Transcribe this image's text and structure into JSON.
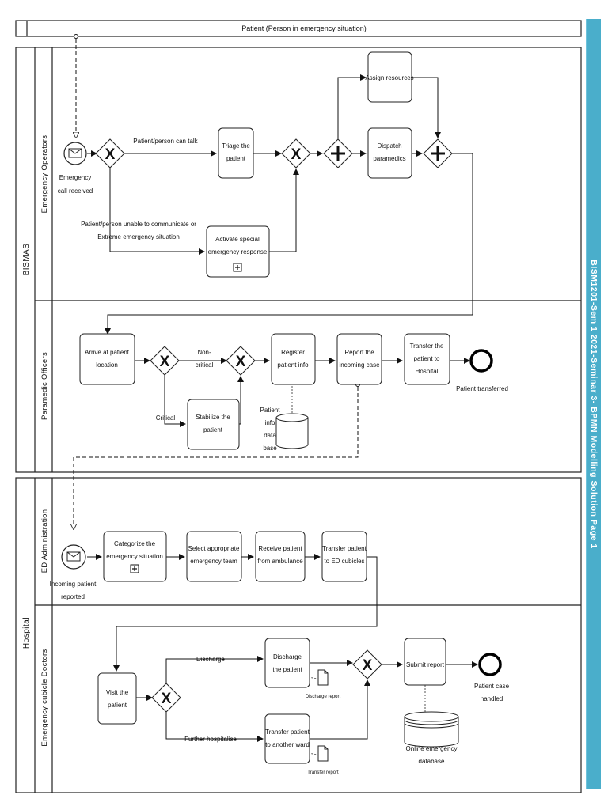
{
  "patient_pool": "Patient (Person in emergency situation)",
  "side_banner": "BISM1201-Sem 1 2021-Seminar 3- BPMN Modelling Solution Page 1",
  "pools": {
    "bismas": "BISMAS",
    "hospital": "Hospital"
  },
  "lanes": {
    "emergency_operators": "Emergency Operators",
    "paramedic_officers": "Paramedic Officers",
    "ed_administration": "ED Administration",
    "cubicle_doctors": "Emergency cubicle Doctors"
  },
  "events": {
    "call_received": [
      "Emergency",
      "call received"
    ],
    "patient_transferred": "Patient transferred",
    "incoming_reported": [
      "Incoming patient",
      "reported"
    ],
    "case_handled": [
      "Patient case",
      "handled"
    ]
  },
  "tasks": {
    "triage": [
      "Triage the",
      "patient"
    ],
    "assign_resources": "Assign resources",
    "dispatch": [
      "Dispatch",
      "paramedics"
    ],
    "activate": [
      "Activate special",
      "emergency response"
    ],
    "arrive": [
      "Arrive at patient",
      "location"
    ],
    "stabilize": [
      "Stabilize the",
      "patient"
    ],
    "register": [
      "Register",
      "patient info"
    ],
    "report_case": [
      "Report the",
      "incoming case"
    ],
    "transfer_hospital": [
      "Transfer the",
      "patient to",
      "Hospital"
    ],
    "categorize": [
      "Categorize the",
      "emergency situation"
    ],
    "select_team": [
      "Select appropriate",
      "emergency team"
    ],
    "receive": [
      "Receive patient",
      "from ambulance"
    ],
    "transfer_ed": [
      "Transfer patient",
      "to ED cubicles"
    ],
    "visit": [
      "Visit the",
      "patient"
    ],
    "discharge": [
      "Discharge",
      "the patient"
    ],
    "transfer_ward": [
      "Transfer patient",
      "to another ward"
    ],
    "submit": "Submit report"
  },
  "flow_labels": {
    "can_talk": "Patient/person can talk",
    "unable": [
      "Patient/person unable to communicate or",
      "Extreme emergency situation"
    ],
    "non_critical": [
      "Non-",
      "critical"
    ],
    "critical": "Critical",
    "discharge": "Discharge",
    "further": "Further hospitalise"
  },
  "data": {
    "patient_db": [
      "Patient",
      "info",
      "data",
      "base"
    ],
    "online_db": [
      "Online emergency",
      "database"
    ],
    "discharge_report": "Discharge report",
    "transfer_report": "Transfer report"
  }
}
